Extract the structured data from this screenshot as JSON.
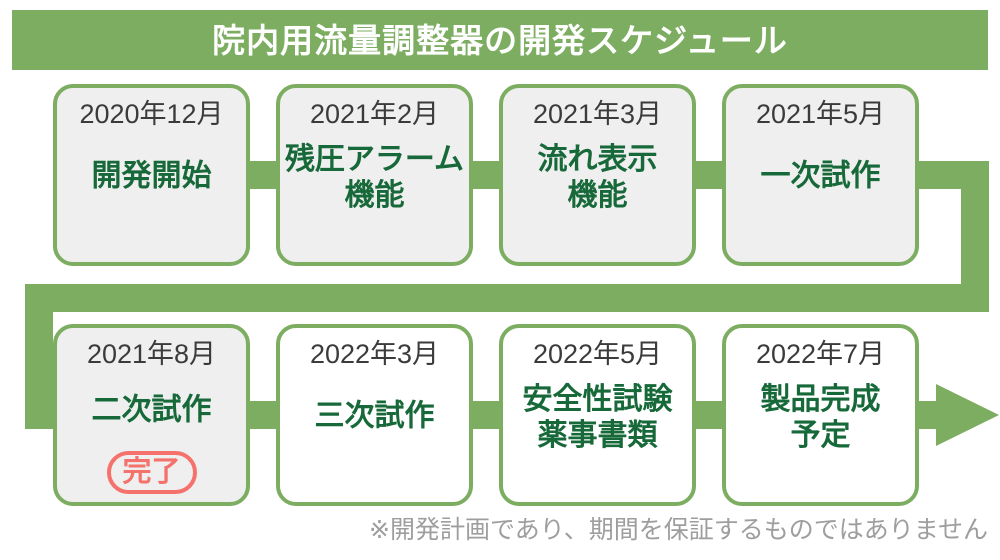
{
  "title": "院内用流量調整器の開発スケジュール",
  "note": "※開発計画であり、期間を保証するものではありません",
  "steps": [
    {
      "date": "2020年12月",
      "label": "開発開始",
      "status": "done"
    },
    {
      "date": "2021年2月",
      "label": "残圧アラーム\n機能",
      "status": "done"
    },
    {
      "date": "2021年3月",
      "label": "流れ表示\n機能",
      "status": "done"
    },
    {
      "date": "2021年5月",
      "label": "一次試作",
      "status": "done"
    },
    {
      "date": "2021年8月",
      "label": "二次試作",
      "badge": "完了",
      "status": "done"
    },
    {
      "date": "2022年3月",
      "label": "三次試作",
      "status": "planned"
    },
    {
      "date": "2022年5月",
      "label": "安全性試験\n薬事書類",
      "status": "planned"
    },
    {
      "date": "2022年7月",
      "label": "製品完成\n予定",
      "status": "planned"
    }
  ],
  "colors": {
    "green": "#7CAD60",
    "dark_green_text": "#17693A",
    "date_text": "#3B3B3B",
    "done_card_fill": "#EFEFEF",
    "planned_card_fill": "#FFFFFF",
    "badge_red": "#F4726B",
    "note_gray": "#9E9E9E",
    "title_text": "#FFFFFF"
  }
}
